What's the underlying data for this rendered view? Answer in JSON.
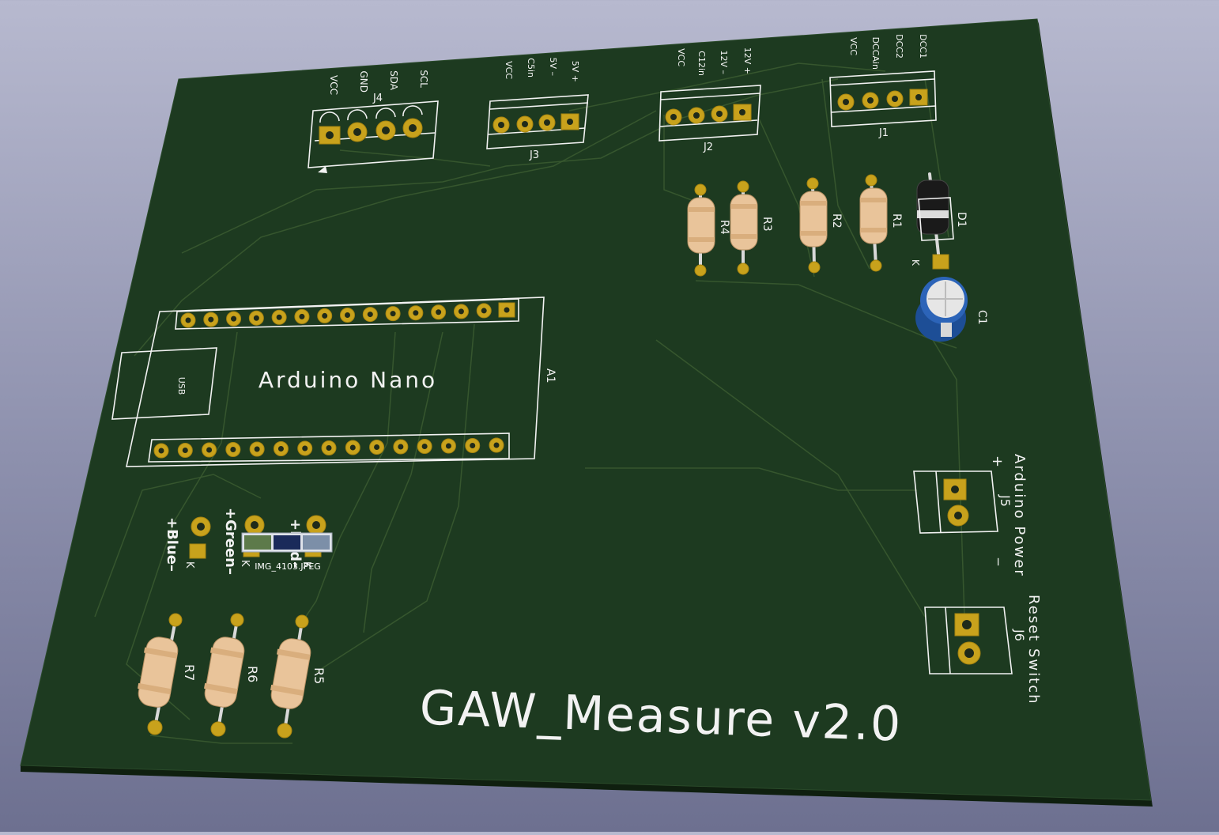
{
  "board": {
    "title": "GAW_Measure v2.0",
    "colors": {
      "solder_mask": "#1d3a20",
      "silkscreen": "#f2f2f2",
      "copper_pad": "#c8a21c"
    }
  },
  "connectors": {
    "J4": {
      "ref": "J4",
      "pins": [
        "VCC",
        "GND",
        "SDA",
        "SCL"
      ]
    },
    "J3": {
      "ref": "J3",
      "pins": [
        "VCC",
        "C5in",
        "5V –",
        "5V +"
      ]
    },
    "J2": {
      "ref": "J2",
      "pins": [
        "VCC",
        "C12in",
        "12V –",
        "12V +"
      ]
    },
    "J1": {
      "ref": "J1",
      "pins": [
        "VCC",
        "DCCAin",
        "DCC2",
        "DCC1"
      ]
    },
    "J5": {
      "ref": "J5",
      "label": "Arduino Power",
      "plus": "+",
      "minus": "_"
    },
    "J6": {
      "ref": "J6",
      "label": "Reset Switch"
    }
  },
  "arduino": {
    "ref": "A1",
    "name": "Arduino Nano",
    "usb": "USB"
  },
  "resistors": {
    "R1": "R1",
    "R2": "R2",
    "R3": "R3",
    "R4": "R4",
    "R5": "R5",
    "R6": "R6",
    "R7": "R7"
  },
  "diode": {
    "ref": "D1",
    "cathode": "K"
  },
  "capacitor": {
    "ref": "C1"
  },
  "leds": {
    "blue": {
      "label": "+Blue–",
      "cathode": "K"
    },
    "green": {
      "label": "+Green–",
      "cathode": "K"
    },
    "red": {
      "label": "+Red–",
      "cathode": "K"
    }
  },
  "thumbnail": {
    "caption": "IMG_4103.JPEG"
  }
}
